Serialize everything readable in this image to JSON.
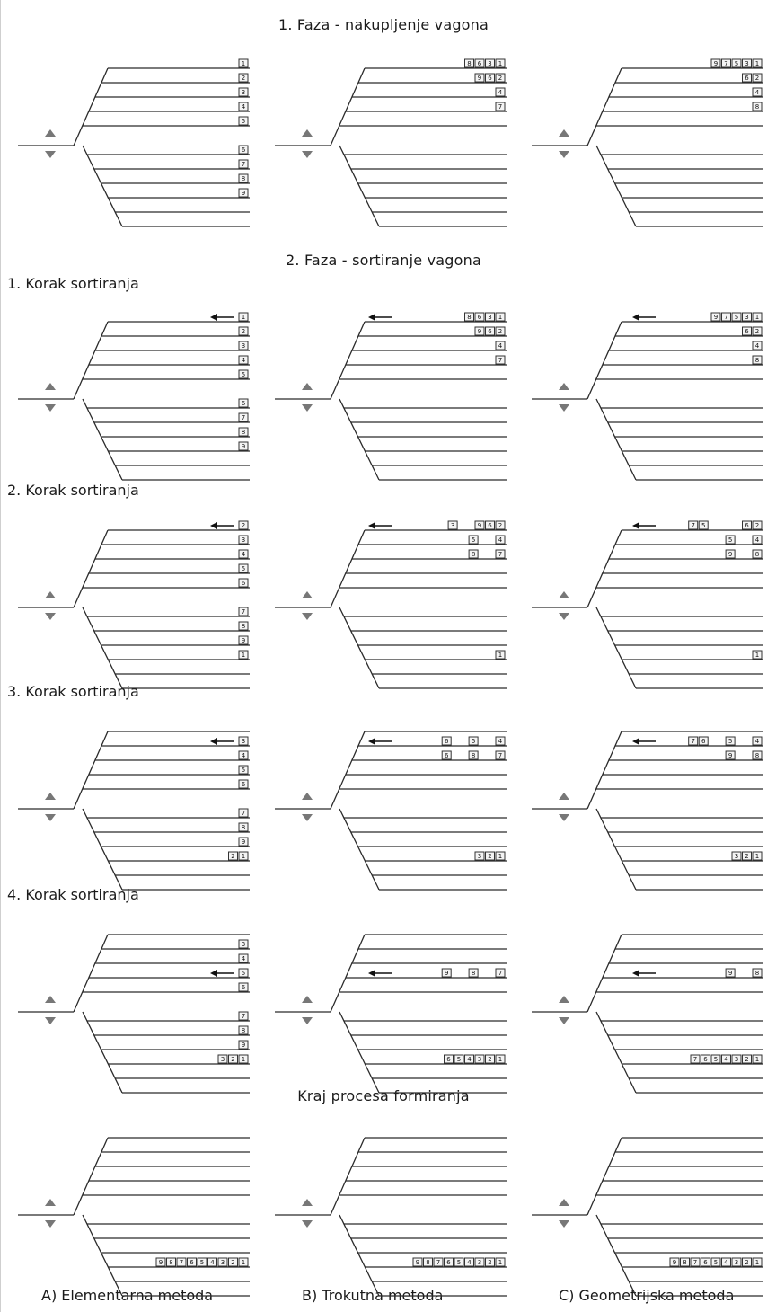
{
  "headings": {
    "phase1": "1. Faza - nakupljenje vagona",
    "phase2": "2. Faza - sortiranje vagona",
    "end": "Kraj procesa formiranja"
  },
  "step_labels": [
    "1. Korak sortiranja",
    "2. Korak sortiranja",
    "3. Korak sortiranja",
    "4. Korak sortiranja"
  ],
  "methods": [
    "A) Elementarna metoda",
    "B) Trokutna metoda",
    "C) Geometrijska metoda"
  ],
  "grid": [
    [
      {
        "arrow": null,
        "tracks": [
          [
            "1"
          ],
          [
            "2"
          ],
          [
            "3"
          ],
          [
            "4"
          ],
          [
            "5"
          ],
          [
            "6"
          ],
          [
            "7"
          ],
          [
            "8"
          ],
          [
            "9"
          ],
          [],
          []
        ]
      },
      {
        "arrow": null,
        "tracks": [
          [
            "8",
            "6",
            "3",
            "1"
          ],
          [
            "9",
            "6",
            "2"
          ],
          [
            "4"
          ],
          [
            "7"
          ],
          [],
          [],
          [],
          [],
          [],
          [],
          []
        ]
      },
      {
        "arrow": null,
        "tracks": [
          [
            "9",
            "7",
            "5",
            "3",
            "1"
          ],
          [
            "6",
            "2"
          ],
          [
            "4"
          ],
          [
            "8"
          ],
          [],
          [],
          [],
          [],
          [],
          [],
          []
        ]
      }
    ],
    [
      {
        "arrow": 0,
        "tracks": [
          [
            "1"
          ],
          [
            "2"
          ],
          [
            "3"
          ],
          [
            "4"
          ],
          [
            "5"
          ],
          [
            "6"
          ],
          [
            "7"
          ],
          [
            "8"
          ],
          [
            "9"
          ],
          [],
          []
        ]
      },
      {
        "arrow": 0,
        "tracks": [
          [
            "8",
            "6",
            "3",
            "1"
          ],
          [
            "9",
            "6",
            "2"
          ],
          [
            "4"
          ],
          [
            "7"
          ],
          [],
          [],
          [],
          [],
          [],
          [],
          []
        ]
      },
      {
        "arrow": 0,
        "tracks": [
          [
            "9",
            "7",
            "5",
            "3",
            "1"
          ],
          [
            "6",
            "2"
          ],
          [
            "4"
          ],
          [
            "8"
          ],
          [],
          [],
          [],
          [],
          [],
          [],
          []
        ]
      }
    ],
    [
      {
        "arrow": 0,
        "tracks": [
          [
            "2"
          ],
          [
            "3"
          ],
          [
            "4"
          ],
          [
            "5"
          ],
          [
            "6"
          ],
          [
            "7"
          ],
          [
            "8"
          ],
          [
            "9"
          ],
          [
            "1"
          ],
          [],
          []
        ]
      },
      {
        "arrow": 0,
        "tracks": [
          [
            "3",
            "",
            "9",
            "6",
            "2"
          ],
          [
            "5",
            "",
            "4"
          ],
          [
            "8",
            "",
            "7"
          ],
          [],
          [],
          [],
          [],
          [],
          [
            "1"
          ],
          [],
          []
        ]
      },
      {
        "arrow": 0,
        "tracks": [
          [
            "7",
            "5",
            "",
            "",
            "6",
            "2"
          ],
          [
            "5",
            "",
            "4"
          ],
          [
            "9",
            "",
            "8"
          ],
          [],
          [],
          [],
          [],
          [],
          [
            "1"
          ],
          [],
          []
        ]
      }
    ],
    [
      {
        "arrow": 1,
        "tracks": [
          [],
          [
            "3"
          ],
          [
            "4"
          ],
          [
            "5"
          ],
          [
            "6"
          ],
          [
            "7"
          ],
          [
            "8"
          ],
          [
            "9"
          ],
          [
            "2",
            "1"
          ],
          [],
          []
        ]
      },
      {
        "arrow": 1,
        "tracks": [
          [],
          [
            "6",
            "",
            "5",
            "",
            "4"
          ],
          [
            "6",
            "",
            "8",
            "",
            "7"
          ],
          [],
          [],
          [],
          [],
          [],
          [
            "3",
            "2",
            "1"
          ],
          [],
          []
        ]
      },
      {
        "arrow": 1,
        "tracks": [
          [],
          [
            "7",
            "6",
            "",
            "5",
            "",
            "4"
          ],
          [
            "9",
            "",
            "8"
          ],
          [],
          [],
          [],
          [],
          [],
          [
            "3",
            "2",
            "1"
          ],
          [],
          []
        ]
      }
    ],
    [
      {
        "arrow": 3,
        "tracks": [
          [],
          [
            "3"
          ],
          [
            "4"
          ],
          [
            "5"
          ],
          [
            "6"
          ],
          [
            "7"
          ],
          [
            "8"
          ],
          [
            "9"
          ],
          [
            "3",
            "2",
            "1"
          ],
          [],
          []
        ]
      },
      {
        "arrow": 3,
        "tracks": [
          [],
          [],
          [],
          [
            "9",
            "",
            "8",
            "",
            "7"
          ],
          [],
          [],
          [],
          [],
          [
            "6",
            "5",
            "4",
            "3",
            "2",
            "1"
          ],
          [],
          []
        ]
      },
      {
        "arrow": 3,
        "tracks": [
          [],
          [],
          [],
          [
            "9",
            "",
            "8"
          ],
          [],
          [],
          [],
          [],
          [
            "7",
            "6",
            "5",
            "4",
            "3",
            "2",
            "1"
          ],
          [],
          []
        ]
      }
    ],
    [
      {
        "arrow": null,
        "tracks": [
          [],
          [],
          [],
          [],
          [],
          [],
          [],
          [],
          [
            "9",
            "8",
            "7",
            "6",
            "5",
            "4",
            "3",
            "2",
            "1"
          ],
          [],
          []
        ]
      },
      {
        "arrow": null,
        "tracks": [
          [],
          [],
          [],
          [],
          [],
          [],
          [],
          [],
          [
            "9",
            "8",
            "7",
            "6",
            "5",
            "4",
            "3",
            "2",
            "1"
          ],
          [],
          []
        ]
      },
      {
        "arrow": null,
        "tracks": [
          [],
          [],
          [],
          [],
          [],
          [],
          [],
          [],
          [
            "9",
            "8",
            "7",
            "6",
            "5",
            "4",
            "3",
            "2",
            "1"
          ],
          [],
          []
        ]
      }
    ]
  ]
}
